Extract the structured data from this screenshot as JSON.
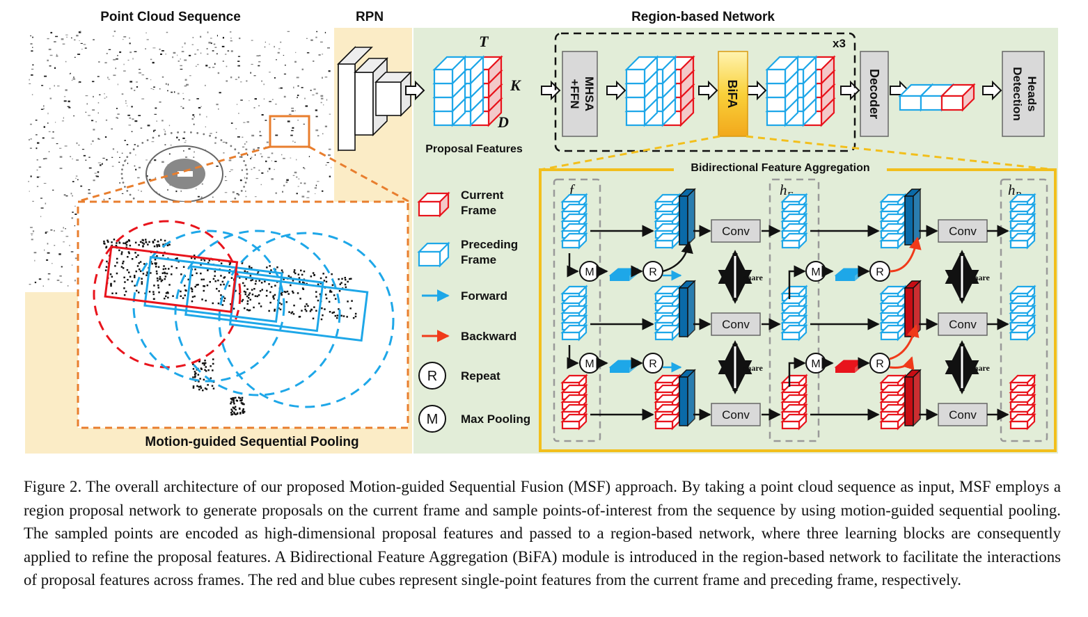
{
  "panels": {
    "point_cloud_title": "Point Cloud Sequence",
    "rpn_title": "RPN",
    "region_network_title": "Region-based Network",
    "pooling_title": "Motion-guided Sequential Pooling",
    "bifa_title": "Bidirectional Feature Aggregation"
  },
  "proposal": {
    "label": "Proposal Features",
    "dim_t": "T",
    "dim_k": "K",
    "dim_d": "D"
  },
  "blocks": {
    "mhsa": "MHSA +FFN",
    "bifa": "BiFA",
    "decoder": "Decoder",
    "heads": "Detection Heads",
    "repeat": "x3"
  },
  "legend": {
    "current_frame": "Current Frame",
    "preceding_frame": "Preceding Frame",
    "forward": "Forward",
    "backward": "Backward",
    "repeat": "Repeat",
    "max_pooling": "Max Pooling",
    "repeat_symbol": "R",
    "max_symbol": "M"
  },
  "bifa": {
    "col_f": "f",
    "col_hf": "h",
    "col_hf_sub": "F",
    "col_hb": "h",
    "col_hb_sub": "B",
    "conv": "Conv",
    "share": "share"
  },
  "colors": {
    "current": "#e8141c",
    "preceding": "#1ea7e8",
    "dark_blue": "#0a6aa8",
    "dark_red": "#c80d14",
    "beige": "#fbecc6",
    "green": "#e2edd8",
    "orange": "#e87e2e",
    "gold": "#f2bf1c",
    "gray_block": "#d9d9d9"
  },
  "caption": "Figure 2. The overall architecture of our proposed Motion-guided Sequential Fusion (MSF) approach. By taking a point cloud sequence as input, MSF employs a region proposal network to generate proposals on the current frame and sample points-of-interest from the sequence by using motion-guided sequential pooling. The sampled points are encoded as high-dimensional proposal features and passed to a region-based network, where three learning blocks are consequently applied to refine the proposal features. A Bidirectional Feature Aggregation (BiFA) module is introduced in the region-based network to facilitate the interactions of proposal features across frames. The red and blue cubes represent single-point features from the current frame and preceding frame, respectively."
}
